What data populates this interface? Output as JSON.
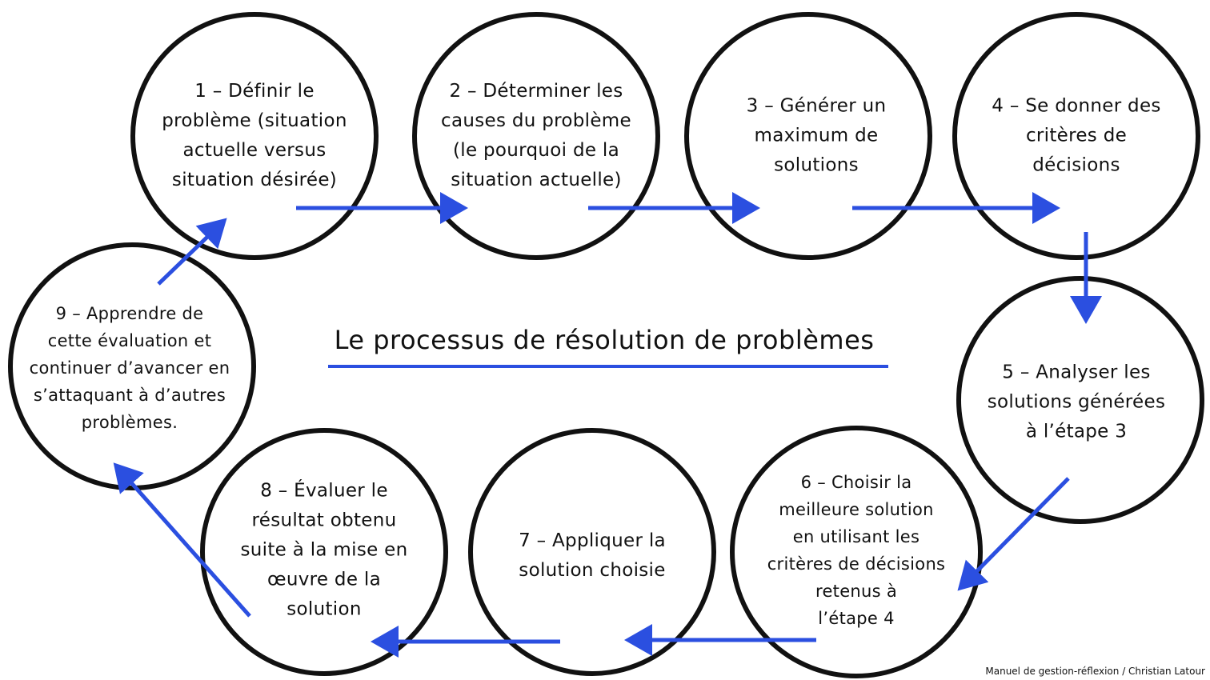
{
  "title": "Le processus de résolution de problèmes",
  "footer": "Manuel de gestion-réflexion / Christian Latour",
  "colors": {
    "circle": "#111111",
    "arrow": "#2b4fe0"
  },
  "steps": [
    {
      "text": "1 – Définir le\nproblème (situation\nactuelle versus\nsituation désirée)"
    },
    {
      "text": "2 – Déterminer les\ncauses du problème\n(le pourquoi de la\nsituation actuelle)"
    },
    {
      "text": "3 – Générer un\nmaximum de\nsolutions"
    },
    {
      "text": "4 – Se donner des\ncritères de\ndécisions"
    },
    {
      "text": "5 – Analyser les\nsolutions générées\nà l’étape 3"
    },
    {
      "text": "6 – Choisir la\nmeilleure solution\nen utilisant les\ncritères de décisions\nretenus à\nl’étape 4"
    },
    {
      "text": "7 – Appliquer la\nsolution choisie"
    },
    {
      "text": "8 – Évaluer le\nrésultat obtenu\nsuite à la mise en\nœuvre de la\nsolution"
    },
    {
      "text": "9 – Apprendre de\ncette évaluation et\ncontinuer d’avancer en\ns’attaquant à d’autres\nproblèmes."
    }
  ]
}
